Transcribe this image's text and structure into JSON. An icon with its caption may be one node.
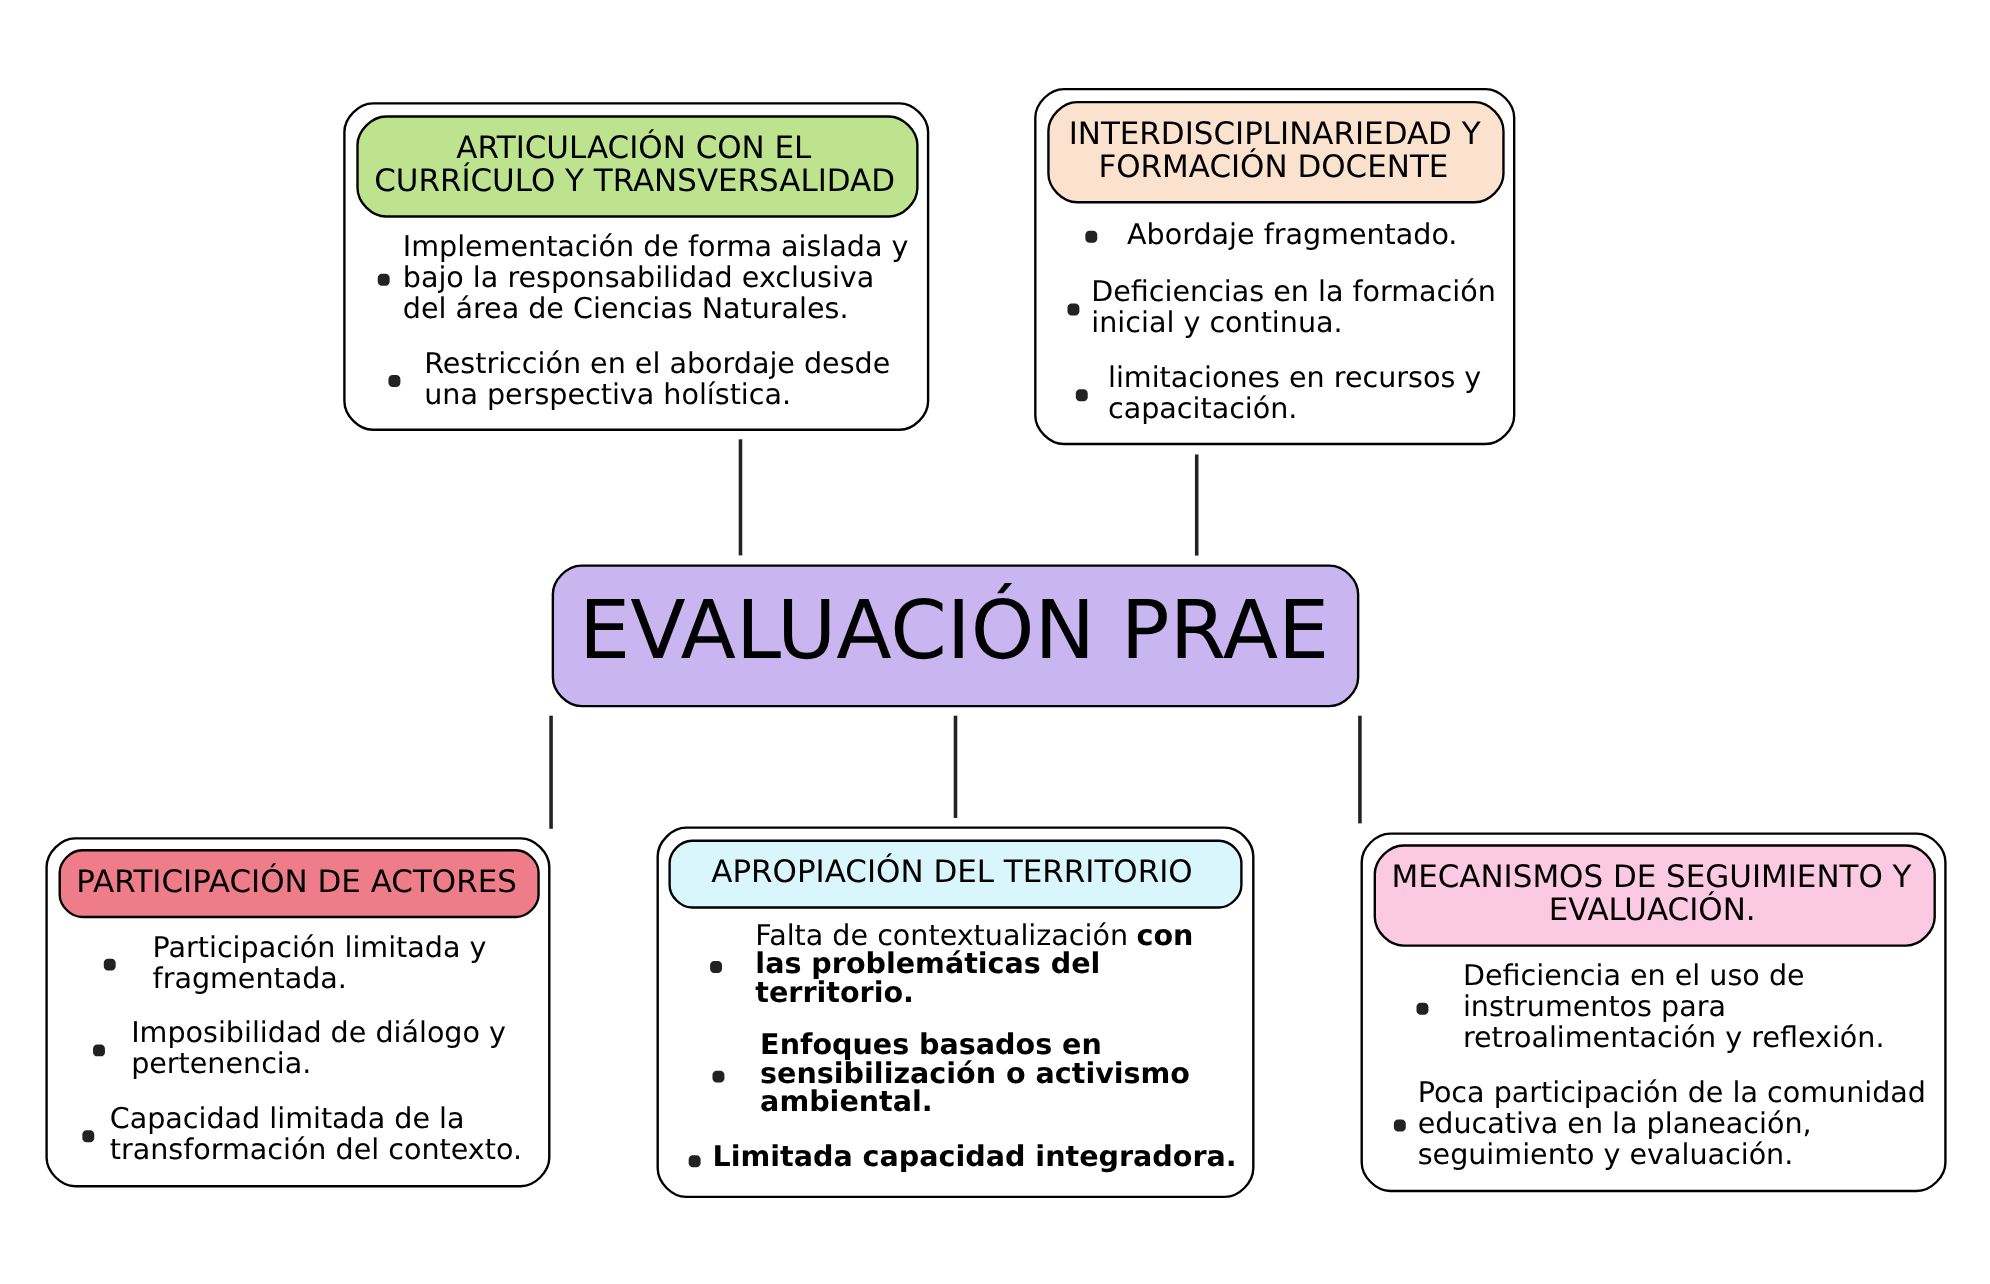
{
  "diagram": {
    "nodes": [
      {
        "text": [
          "EVALUACIÓN PRAE"
        ]
      },
      {
        "text": [
          "ARTICULACIÓN CON EL CURRÍCULO Y TRANSVERSALIDAD",
          "Implementación de forma aislada y bajo la responsabilidad exclusiva del área de Ciencias Naturales.",
          "Restricción en el abordaje desde una perspectiva holística."
        ]
      },
      {
        "text": [
          "INTERDISCIPLINARIEDAD Y FORMACIÓN DOCENTE",
          "Abordaje fragmentado.",
          "Deficiencias en la formación inicial y continua.",
          "limitaciones en recursos y capacitación."
        ]
      },
      {
        "text": [
          "PARTICIPACIÓN DE ACTORES",
          "Participación limitada y fragmentada.",
          "Imposibilidad de diálogo y pertenencia.",
          "Capacidad limitada de la transformación del contexto."
        ]
      },
      {
        "text": [
          "APROPIACIÓN DEL TERRITORIO",
          "Falta de contextualización **con las problemáticas del territorio.**",
          "Enfoques basados en sensibilización o activismo ambiental.",
          "Limitada capacidad integradora."
        ]
      },
      {
        "text": [
          "MECANISMOS DE SEGUIMIENTO Y EVALUACIÓN.",
          "Deficiencia en el uso de instrumentos para retroalimentación y reflexión.",
          "Poca participación de la comunidad educativa en la planeación, seguimiento y evaluación."
        ]
      }
    ],
    "edges": [
      {
        "from": 1,
        "to": 0,
        "arrow": "none"
      },
      {
        "from": 2,
        "to": 0,
        "arrow": "none"
      },
      {
        "from": 0,
        "to": 3,
        "arrow": "none"
      },
      {
        "from": 0,
        "to": 4,
        "arrow": "none"
      },
      {
        "from": 0,
        "to": 5,
        "arrow": "none"
      }
    ]
  }
}
